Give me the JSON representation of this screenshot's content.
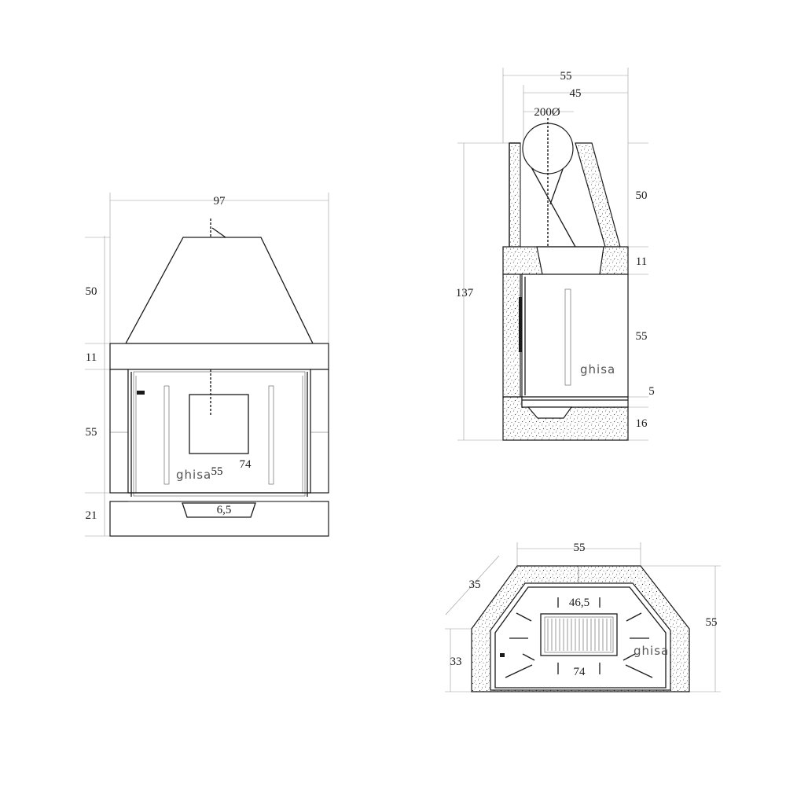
{
  "front_view": {
    "width": "97",
    "hood_height": "50",
    "lintel_height": "11",
    "opening_height": "55",
    "base_height": "21",
    "inner_width": "74",
    "inner_height": "55",
    "ashpit": "6,5",
    "brand": "ghisa"
  },
  "side_view": {
    "depth": "55",
    "hood_depth": "45",
    "flue_diameter": "200Ø",
    "total_height": "137",
    "hood_height": "50",
    "lintel_height": "11",
    "opening_height": "55",
    "grate_height": "5",
    "base_height": "16",
    "brand": "ghisa"
  },
  "top_view": {
    "depth": "55",
    "diagonal": "35",
    "side_depth": "33",
    "right_depth": "55",
    "back_width": "46,5",
    "front_width": "74",
    "brand": "ghisa"
  }
}
